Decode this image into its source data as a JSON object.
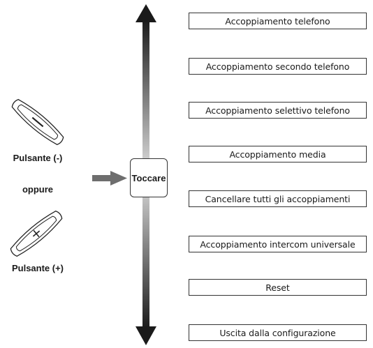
{
  "left": {
    "minus_label": "Pulsante (-)",
    "or_label": "oppure",
    "plus_label": "Pulsante (+)"
  },
  "tap_label": "Toccare",
  "menu": [
    "Accoppiamento telefono",
    "Accoppiamento secondo telefono",
    "Accoppiamento selettivo telefono",
    "Accoppiamento media",
    "Cancellare tutti gli accoppiamenti",
    "Accoppiamento intercom universale",
    "Reset",
    "Uscita dalla configurazione"
  ],
  "icons": [
    "button-minus-icon",
    "button-plus-icon",
    "right-arrow-icon",
    "double-arrow-icon"
  ]
}
